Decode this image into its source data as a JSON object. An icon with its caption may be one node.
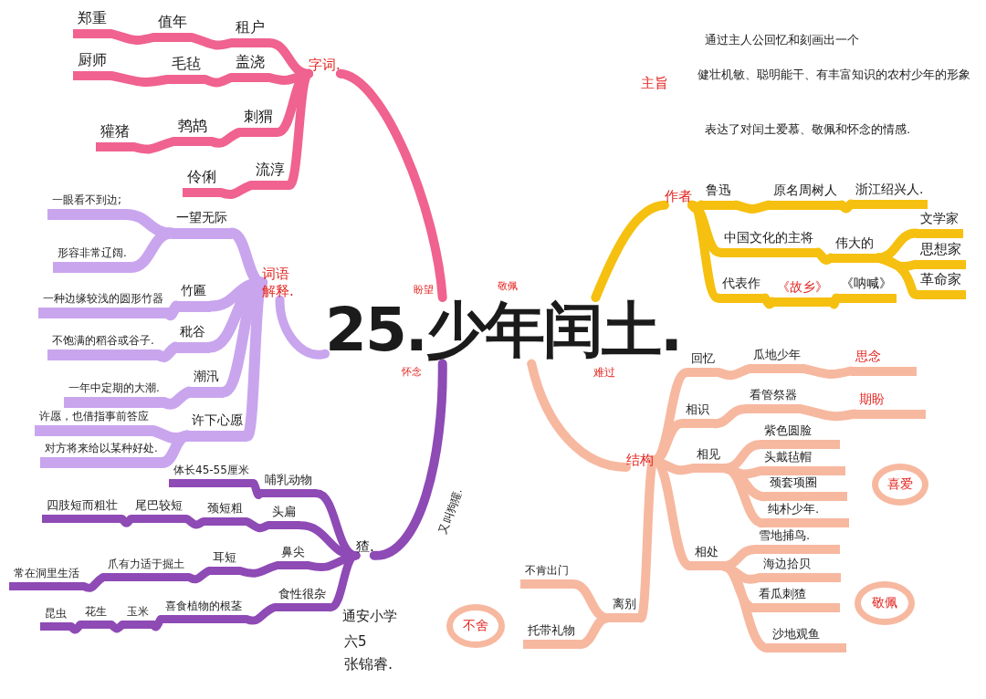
{
  "diagram": {
    "nodes": [
      {
        "text": [
          "25.少年闰土."
        ]
      },
      {
        "text": [
          "字词."
        ]
      },
      {
        "text": [
          "租户"
        ]
      },
      {
        "text": [
          "值年"
        ]
      },
      {
        "text": [
          "郑重"
        ]
      },
      {
        "text": [
          "盖浇"
        ]
      },
      {
        "text": [
          "毛毡"
        ]
      },
      {
        "text": [
          "厨师"
        ]
      },
      {
        "text": [
          "刺猬"
        ]
      },
      {
        "text": [
          "鹁鸪"
        ]
      },
      {
        "text": [
          "獾猪"
        ]
      },
      {
        "text": [
          "流淳"
        ]
      },
      {
        "text": [
          "伶俐"
        ]
      },
      {
        "text": [
          "词语解释."
        ]
      },
      {
        "text": [
          "一望无际"
        ]
      },
      {
        "text": [
          "一眼看不到边;"
        ]
      },
      {
        "text": [
          "形容非常辽阔."
        ]
      },
      {
        "text": [
          "竹匾"
        ]
      },
      {
        "text": [
          "一种边缘较浅的圆形竹器"
        ]
      },
      {
        "text": [
          "秕谷"
        ]
      },
      {
        "text": [
          "不饱满的稻谷或谷子."
        ]
      },
      {
        "text": [
          "潮汛"
        ]
      },
      {
        "text": [
          "一年中定期的大潮."
        ]
      },
      {
        "text": [
          "许下心愿"
        ]
      },
      {
        "text": [
          "许愿，也借指事前答应"
        ]
      },
      {
        "text": [
          "对方将来给以某种好处."
        ]
      },
      {
        "text": [
          "猹."
        ]
      },
      {
        "text": [
          "哺乳动物"
        ]
      },
      {
        "text": [
          "体长45-55厘米"
        ]
      },
      {
        "text": [
          "头扁"
        ]
      },
      {
        "text": [
          "颈短粗"
        ]
      },
      {
        "text": [
          "尾巴较短"
        ]
      },
      {
        "text": [
          "四肢短而粗壮"
        ]
      },
      {
        "text": [
          "鼻尖"
        ]
      },
      {
        "text": [
          "耳短"
        ]
      },
      {
        "text": [
          "爪有力适于掘土"
        ]
      },
      {
        "text": [
          "常在洞里生活"
        ]
      },
      {
        "text": [
          "食性很杂"
        ]
      },
      {
        "text": [
          "喜食植物的根茎"
        ]
      },
      {
        "text": [
          "玉米"
        ]
      },
      {
        "text": [
          "花生"
        ]
      },
      {
        "text": [
          "昆虫"
        ]
      },
      {
        "text": [
          "作者"
        ]
      },
      {
        "text": [
          "鲁迅"
        ]
      },
      {
        "text": [
          "原名周树人"
        ]
      },
      {
        "text": [
          "浙江绍兴人."
        ]
      },
      {
        "text": [
          "中国文化的主将"
        ]
      },
      {
        "text": [
          "伟大的"
        ]
      },
      {
        "text": [
          "文学家"
        ]
      },
      {
        "text": [
          "思想家"
        ]
      },
      {
        "text": [
          "革命家"
        ]
      },
      {
        "text": [
          "代表作"
        ]
      },
      {
        "text": [
          "《故乡》"
        ]
      },
      {
        "text": [
          "《呐喊》"
        ]
      },
      {
        "text": [
          "结构"
        ]
      },
      {
        "text": [
          "回忆"
        ]
      },
      {
        "text": [
          "瓜地少年"
        ]
      },
      {
        "text": [
          "思念"
        ]
      },
      {
        "text": [
          "相识"
        ]
      },
      {
        "text": [
          "看管祭器"
        ]
      },
      {
        "text": [
          "期盼"
        ]
      },
      {
        "text": [
          "相见"
        ]
      },
      {
        "text": [
          "紫色圆脸"
        ]
      },
      {
        "text": [
          "头戴毡帽"
        ]
      },
      {
        "text": [
          "颈套项圈"
        ]
      },
      {
        "text": [
          "纯朴少年."
        ]
      },
      {
        "text": [
          "喜爱"
        ]
      },
      {
        "text": [
          "相处"
        ]
      },
      {
        "text": [
          "雪地捕鸟."
        ]
      },
      {
        "text": [
          "海边拾贝"
        ]
      },
      {
        "text": [
          "看瓜刺猹"
        ]
      },
      {
        "text": [
          "沙地观鱼"
        ]
      },
      {
        "text": [
          "敬佩"
        ]
      },
      {
        "text": [
          "离别"
        ]
      },
      {
        "text": [
          "不肯出门"
        ]
      },
      {
        "text": [
          "托带礼物"
        ]
      },
      {
        "text": [
          "不舍"
        ]
      }
    ],
    "edges": [
      {
        "from": 0,
        "to": 1,
        "arrow": "none",
        "color": "#f0628f"
      },
      {
        "from": 1,
        "to": 2,
        "arrow": "none",
        "color": "#f0628f"
      },
      {
        "from": 2,
        "to": 3,
        "arrow": "none",
        "color": "#f0628f"
      },
      {
        "from": 3,
        "to": 4,
        "arrow": "none",
        "color": "#f0628f"
      },
      {
        "from": 1,
        "to": 5,
        "arrow": "none",
        "color": "#f0628f"
      },
      {
        "from": 5,
        "to": 6,
        "arrow": "none",
        "color": "#f0628f"
      },
      {
        "from": 6,
        "to": 7,
        "arrow": "none",
        "color": "#f0628f"
      },
      {
        "from": 1,
        "to": 8,
        "arrow": "none",
        "color": "#f0628f"
      },
      {
        "from": 8,
        "to": 9,
        "arrow": "none",
        "color": "#f0628f"
      },
      {
        "from": 9,
        "to": 10,
        "arrow": "none",
        "color": "#f0628f"
      },
      {
        "from": 1,
        "to": 11,
        "arrow": "none",
        "color": "#f0628f"
      },
      {
        "from": 11,
        "to": 12,
        "arrow": "none",
        "color": "#f0628f"
      },
      {
        "from": 0,
        "to": 13,
        "arrow": "none",
        "color": "#c9a5ee"
      },
      {
        "from": 13,
        "to": 14,
        "arrow": "none",
        "color": "#c9a5ee"
      },
      {
        "from": 14,
        "to": 15,
        "arrow": "none",
        "color": "#c9a5ee"
      },
      {
        "from": 14,
        "to": 16,
        "arrow": "none",
        "color": "#c9a5ee"
      },
      {
        "from": 13,
        "to": 17,
        "arrow": "none",
        "color": "#c9a5ee"
      },
      {
        "from": 17,
        "to": 18,
        "arrow": "none",
        "color": "#c9a5ee"
      },
      {
        "from": 13,
        "to": 19,
        "arrow": "none",
        "color": "#c9a5ee"
      },
      {
        "from": 19,
        "to": 20,
        "arrow": "none",
        "color": "#c9a5ee"
      },
      {
        "from": 13,
        "to": 21,
        "arrow": "none",
        "color": "#c9a5ee"
      },
      {
        "from": 21,
        "to": 22,
        "arrow": "none",
        "color": "#c9a5ee"
      },
      {
        "from": 13,
        "to": 23,
        "arrow": "none",
        "color": "#c9a5ee"
      },
      {
        "from": 23,
        "to": 24,
        "arrow": "none",
        "color": "#c9a5ee"
      },
      {
        "from": 23,
        "to": 25,
        "arrow": "none",
        "color": "#c9a5ee"
      },
      {
        "from": 0,
        "to": 26,
        "arrow": "none",
        "color": "#8e4ab5",
        "label": "又叫狗獾."
      },
      {
        "from": 26,
        "to": 27,
        "arrow": "none",
        "color": "#8e4ab5"
      },
      {
        "from": 27,
        "to": 28,
        "arrow": "none",
        "color": "#8e4ab5"
      },
      {
        "from": 26,
        "to": 29,
        "arrow": "none",
        "color": "#8e4ab5"
      },
      {
        "from": 29,
        "to": 30,
        "arrow": "none",
        "color": "#8e4ab5"
      },
      {
        "from": 30,
        "to": 31,
        "arrow": "none",
        "color": "#8e4ab5"
      },
      {
        "from": 31,
        "to": 32,
        "arrow": "none",
        "color": "#8e4ab5"
      },
      {
        "from": 26,
        "to": 33,
        "arrow": "none",
        "color": "#8e4ab5"
      },
      {
        "from": 33,
        "to": 34,
        "arrow": "none",
        "color": "#8e4ab5"
      },
      {
        "from": 34,
        "to": 35,
        "arrow": "none",
        "color": "#8e4ab5"
      },
      {
        "from": 35,
        "to": 36,
        "arrow": "none",
        "color": "#8e4ab5"
      },
      {
        "from": 26,
        "to": 37,
        "arrow": "none",
        "color": "#8e4ab5"
      },
      {
        "from": 37,
        "to": 38,
        "arrow": "none",
        "color": "#8e4ab5"
      },
      {
        "from": 38,
        "to": 39,
        "arrow": "none",
        "color": "#8e4ab5"
      },
      {
        "from": 39,
        "to": 40,
        "arrow": "none",
        "color": "#8e4ab5"
      },
      {
        "from": 40,
        "to": 41,
        "arrow": "none",
        "color": "#8e4ab5"
      },
      {
        "from": 0,
        "to": 42,
        "arrow": "none",
        "color": "#f5c00f"
      },
      {
        "from": 42,
        "to": 43,
        "arrow": "none",
        "color": "#f5c00f"
      },
      {
        "from": 43,
        "to": 44,
        "arrow": "none",
        "color": "#f5c00f"
      },
      {
        "from": 44,
        "to": 45,
        "arrow": "none",
        "color": "#f5c00f"
      },
      {
        "from": 42,
        "to": 46,
        "arrow": "none",
        "color": "#f5c00f"
      },
      {
        "from": 46,
        "to": 47,
        "arrow": "none",
        "color": "#f5c00f"
      },
      {
        "from": 47,
        "to": 48,
        "arrow": "none",
        "color": "#f5c00f"
      },
      {
        "from": 47,
        "to": 49,
        "arrow": "none",
        "color": "#f5c00f"
      },
      {
        "from": 47,
        "to": 50,
        "arrow": "none",
        "color": "#f5c00f"
      },
      {
        "from": 42,
        "to": 51,
        "arrow": "none",
        "color": "#f5c00f"
      },
      {
        "from": 51,
        "to": 52,
        "arrow": "none",
        "color": "#f5c00f"
      },
      {
        "from": 52,
        "to": 53,
        "arrow": "none",
        "color": "#f5c00f"
      },
      {
        "from": 0,
        "to": 54,
        "arrow": "none"
      },
      {
        "from": 54,
        "to": 55,
        "arrow": "none"
      },
      {
        "from": 55,
        "to": 56,
        "arrow": "none"
      },
      {
        "from": 56,
        "to": 57,
        "arrow": "none"
      },
      {
        "from": 54,
        "to": 58,
        "arrow": "none"
      },
      {
        "from": 58,
        "to": 59,
        "arrow": "none"
      },
      {
        "from": 59,
        "to": 60,
        "arrow": "none"
      },
      {
        "from": 54,
        "to": 61,
        "arrow": "none"
      },
      {
        "from": 61,
        "to": 62,
        "arrow": "none"
      },
      {
        "from": 61,
        "to": 63,
        "arrow": "none"
      },
      {
        "from": 61,
        "to": 64,
        "arrow": "none"
      },
      {
        "from": 61,
        "to": 65,
        "arrow": "none"
      },
      {
        "from": 54,
        "to": 67,
        "arrow": "none"
      },
      {
        "from": 67,
        "to": 68,
        "arrow": "none"
      },
      {
        "from": 67,
        "to": 69,
        "arrow": "none"
      },
      {
        "from": 67,
        "to": 70,
        "arrow": "none"
      },
      {
        "from": 67,
        "to": 71,
        "arrow": "none"
      },
      {
        "from": 54,
        "to": 73,
        "arrow": "none"
      },
      {
        "from": 73,
        "to": 74,
        "arrow": "none"
      },
      {
        "from": 73,
        "to": 75,
        "arrow": "none"
      }
    ],
    "labels": [
      "主旨",
      "通过主人公回忆和刻画出一个",
      "健壮机敏、聪明能干、有丰富知识的农村少年的形象",
      "表达了对闰土爱慕、敬佩和怀念的情感.",
      "盼望",
      "敬佩",
      "怀念",
      "难过",
      "通安小学",
      "六5",
      "张锦睿."
    ]
  }
}
